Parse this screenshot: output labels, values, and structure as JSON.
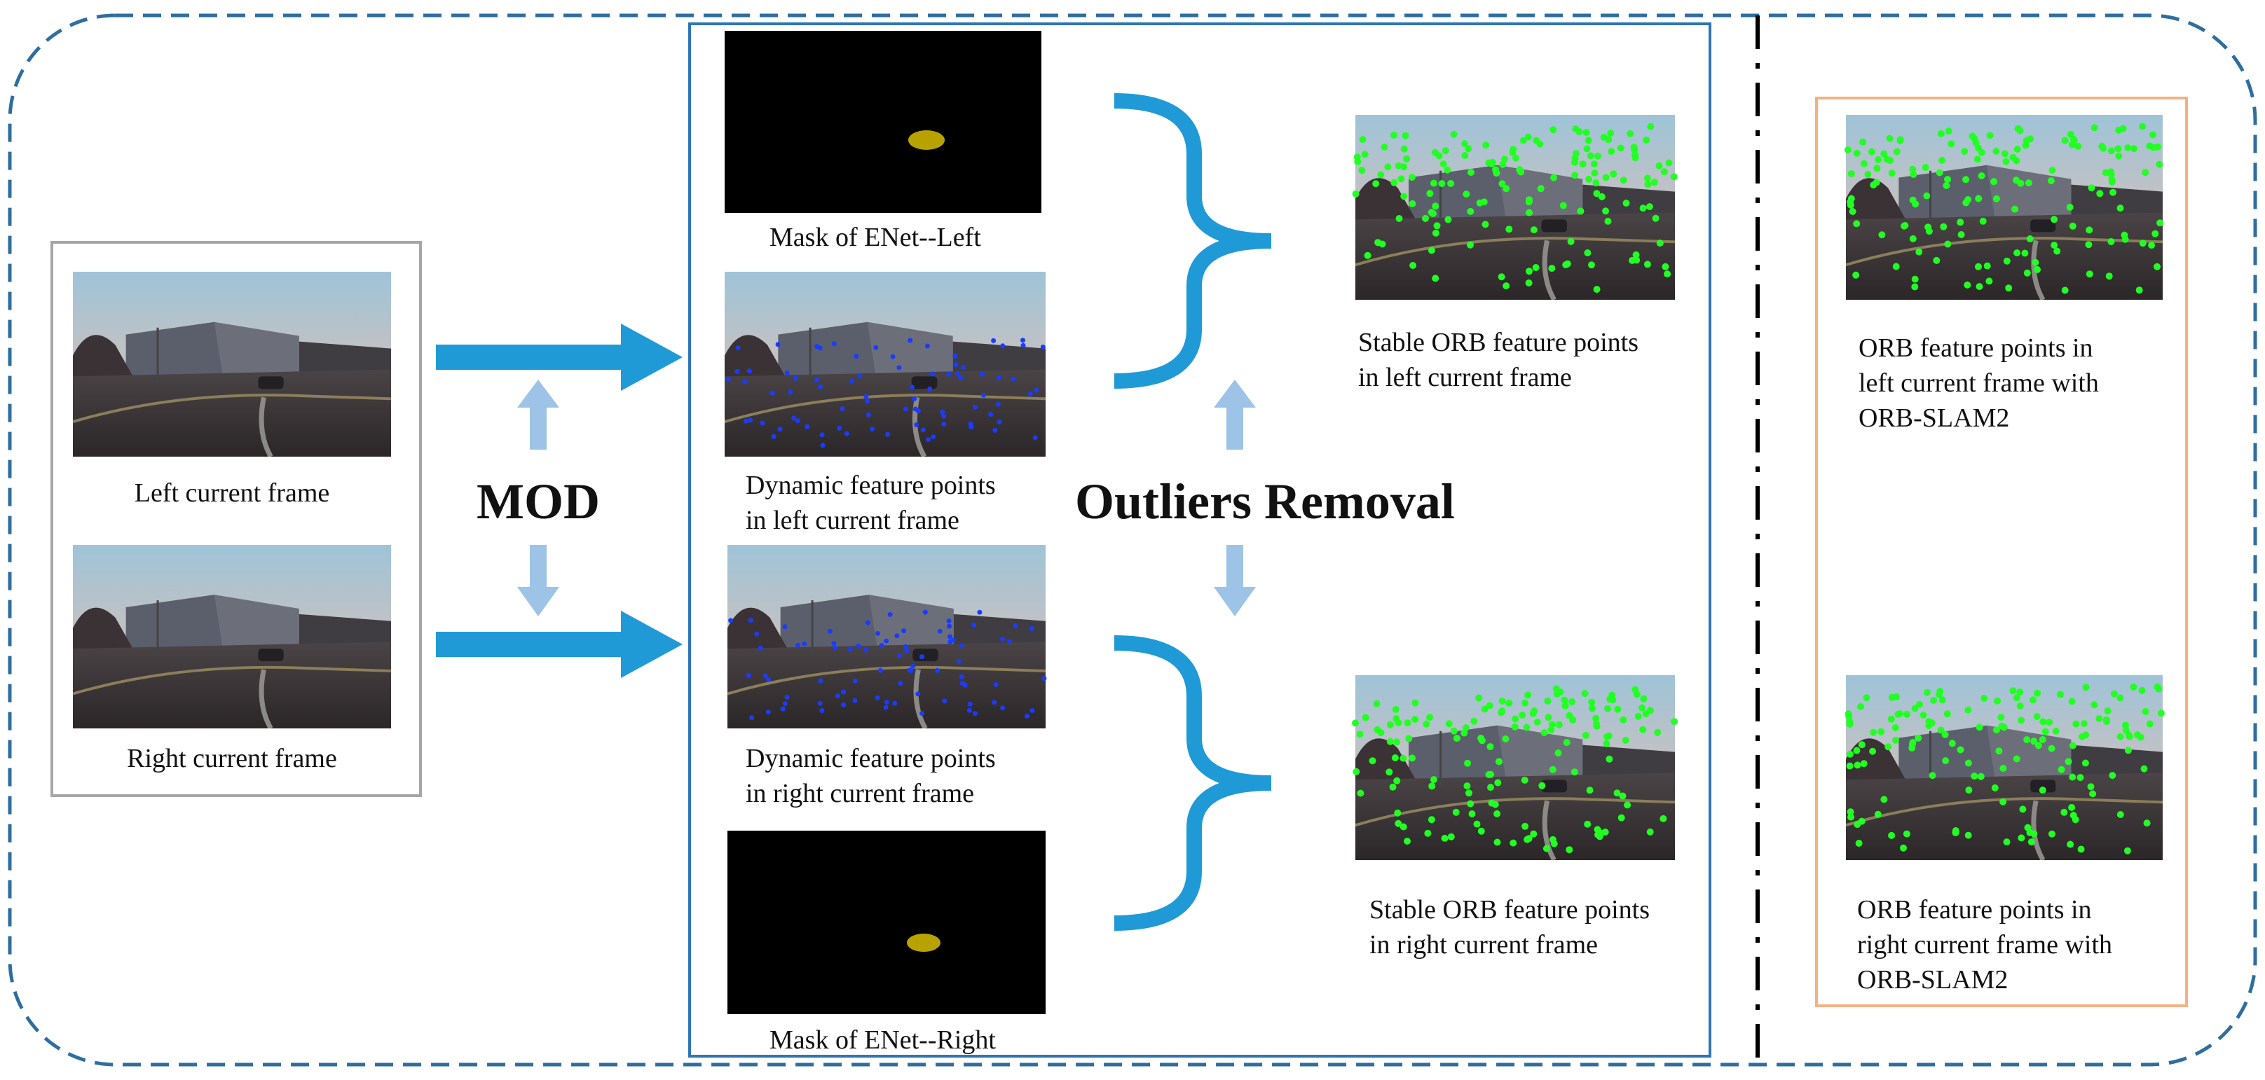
{
  "labels": {
    "left_frame": "Left current frame",
    "right_frame": "Right current frame",
    "mod": "MOD",
    "outliers_removal": "Outliers Removal",
    "mask_left": "Mask  of ENet--Left",
    "mask_right": "Mask  of ENet--Right",
    "dyn_left_1": "Dynamic  feature points",
    "dyn_left_2": "in left current frame",
    "dyn_right_1": "Dynamic  feature points",
    "dyn_right_2": "in right current frame",
    "stable_left_1": "Stable ORB feature points",
    "stable_left_2": "in left current frame",
    "stable_right_1": "Stable ORB feature points",
    "stable_right_2": "in right current frame",
    "orb_left_1": "ORB feature points in",
    "orb_left_2": "left current frame with",
    "orb_left_3": "ORB-SLAM2",
    "orb_right_1": "ORB feature points in",
    "orb_right_2": "right current frame with",
    "orb_right_3": "ORB-SLAM2"
  },
  "colors": {
    "outer_dashed_border": "#2e6e9e",
    "center_panel_border": "#2e75b6",
    "input_panel_border": "#a6a6a6",
    "orbslam_panel_border": "#f4b183",
    "main_arrow": "#1f9ad6",
    "small_arrow": "#9dc3e6",
    "brace": "#1f9ad6",
    "dynamic_point": "#1a3cff",
    "stable_point": "#22ff22",
    "mask_bg": "#000000",
    "mask_blob": "#b8a200",
    "divider": "#000000"
  },
  "icons": {
    "main_arrow": "arrow-right",
    "small_arrow_up": "arrow-up",
    "small_arrow_down": "arrow-down",
    "brace": "right-curly-brace"
  }
}
